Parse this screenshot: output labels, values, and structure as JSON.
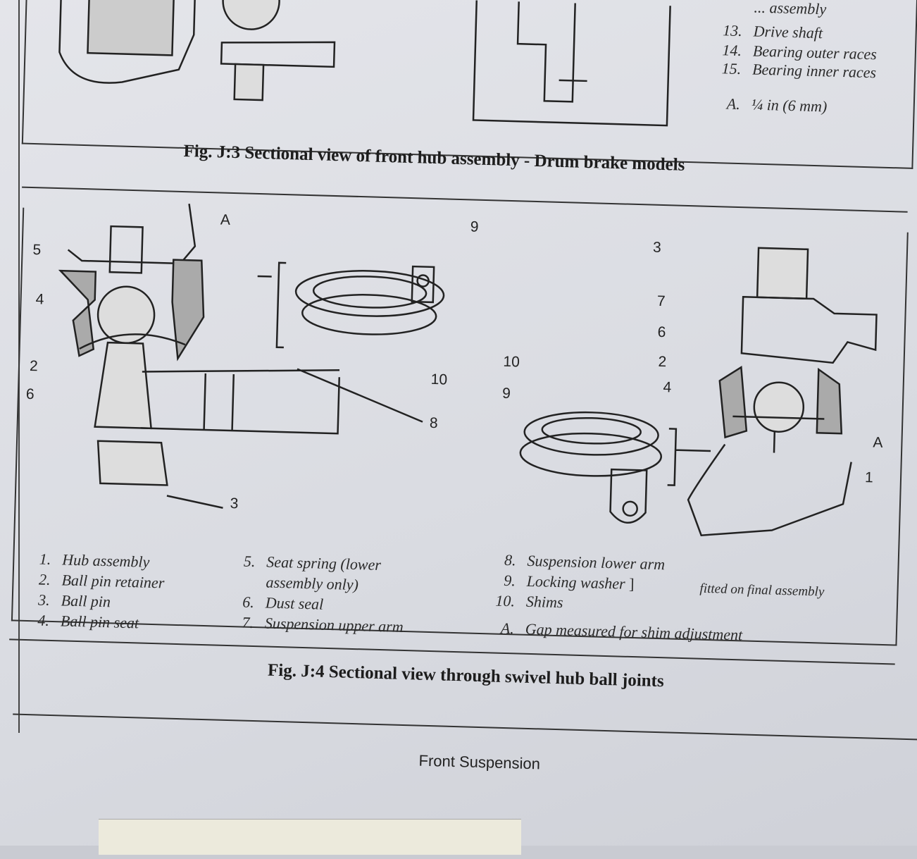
{
  "fig3": {
    "caption": "Fig. J:3 Sectional view of front hub assembly - Drum brake models",
    "legend": [
      {
        "num": "",
        "text": "... assembly"
      },
      {
        "num": "13.",
        "text": "Drive shaft"
      },
      {
        "num": "14.",
        "text": "Bearing outer races"
      },
      {
        "num": "15.",
        "text": "Bearing inner races"
      },
      {
        "num": "A.",
        "text": "¼ in (6 mm)"
      }
    ]
  },
  "fig4": {
    "caption": "Fig. J:4 Sectional view through swivel hub ball joints",
    "left_labels": [
      "5",
      "4",
      "2",
      "6",
      "A",
      "9",
      "10",
      "8",
      "3"
    ],
    "right_labels": [
      "3",
      "7",
      "6",
      "2",
      "4",
      "10",
      "9",
      "A",
      "1"
    ],
    "legend_col1": [
      {
        "num": "1.",
        "text": "Hub assembly"
      },
      {
        "num": "2.",
        "text": "Ball pin retainer"
      },
      {
        "num": "3.",
        "text": "Ball pin"
      },
      {
        "num": "4.",
        "text": "Ball pin seat"
      }
    ],
    "legend_col2": [
      {
        "num": "5.",
        "text": "Seat spring (lower"
      },
      {
        "num": "",
        "text": "assembly only)"
      },
      {
        "num": "6.",
        "text": "Dust seal"
      },
      {
        "num": "7.",
        "text": "Suspension upper arm"
      }
    ],
    "legend_col3": [
      {
        "num": "8.",
        "text": "Suspension lower arm"
      },
      {
        "num": "9.",
        "text": "Locking washer"
      },
      {
        "num": "10.",
        "text": "Shims"
      },
      {
        "num": "A.",
        "text": "Gap measured for shim adjustment"
      }
    ],
    "bracket_note": "fitted on final assembly"
  },
  "footer": "Front Suspension"
}
